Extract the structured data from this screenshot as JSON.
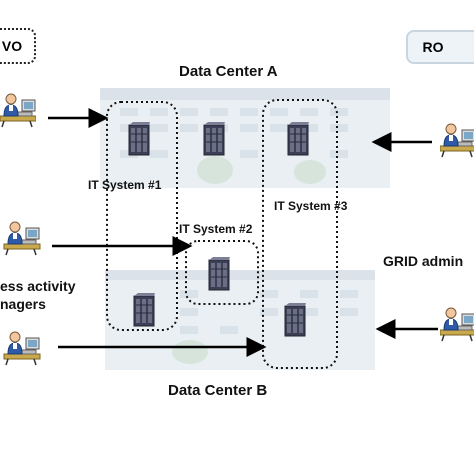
{
  "tags": {
    "vo": "VO",
    "ro": "RO"
  },
  "data_center_a": "Data Center A",
  "data_center_b": "Data Center B",
  "systems": {
    "s1": "IT System #1",
    "s2": "IT System #2",
    "s3": "IT System #3"
  },
  "roles": {
    "managers_line1": "ess activity",
    "managers_line2": "nagers",
    "grid_admin": "GRID admin"
  },
  "icons": {
    "person": "person-at-desk-icon",
    "server": "server-rack-icon",
    "building": "office-building-icon"
  },
  "colors": {
    "building": "#dfe7ee",
    "server": "#4a4e63",
    "arrow": "#000000"
  }
}
